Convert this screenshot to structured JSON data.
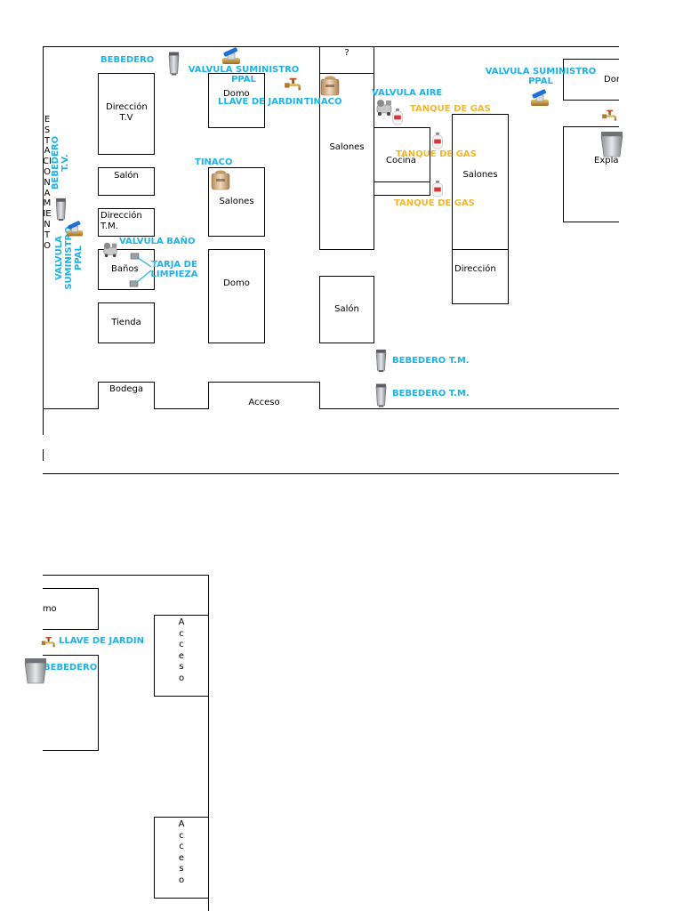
{
  "rooms": {
    "direccion_tv": "Dirección T.V",
    "salon_left": "Salón",
    "direccion_tm": "Dirección T.M.",
    "banos": "Baños",
    "tienda": "Tienda",
    "bodega": "Bodega",
    "domo_top": "Domo",
    "salones_mid": "Salones",
    "domo_mid": "Domo",
    "acceso_bottom": "Acceso",
    "question": "?",
    "salones_center": "Salones",
    "salon_center": "Salón",
    "cocina": "Cocina",
    "salones_right": "Salones",
    "direccion_right": "Dirección",
    "domo_far_right": "Domo",
    "explanada": "Explanada",
    "acceso_vertical": "Acceso"
  },
  "estacionamiento": "ESTACIONAMIENTO",
  "labels": {
    "bebedero": "BEBEDERO",
    "valvula_suministro": "VALVULA SUMINISTRO PPAL",
    "llave_jardin": "LLAVE DE JARDIN",
    "tinaco": "TINACO",
    "valvula_aire": "VALVULA AIRE",
    "tanque_gas": "TANQUE DE GAS",
    "bebedero_tv": "BEBEDERO T.V.",
    "valvula_suministro_ppal_vertical": "VALVULA SUMINISTRO PPAL",
    "valvula_bano": "VALVULA BAÑO",
    "tarja_limpieza": "TARJA DE LIMPIEZA",
    "bebedero_tm": "BEBEDERO T.M."
  },
  "colors": {
    "label_blue": "#1fb2e6",
    "gas_yellow": "#f7b62a",
    "line": "#000000",
    "background": "#ffffff"
  },
  "icons": [
    "drinking-fountain-icon",
    "ball-valve-icon",
    "garden-faucet-icon",
    "water-tank-icon",
    "air-valve-icon",
    "gas-tank-icon",
    "sink-icon",
    "bathroom-valve-icon"
  ]
}
